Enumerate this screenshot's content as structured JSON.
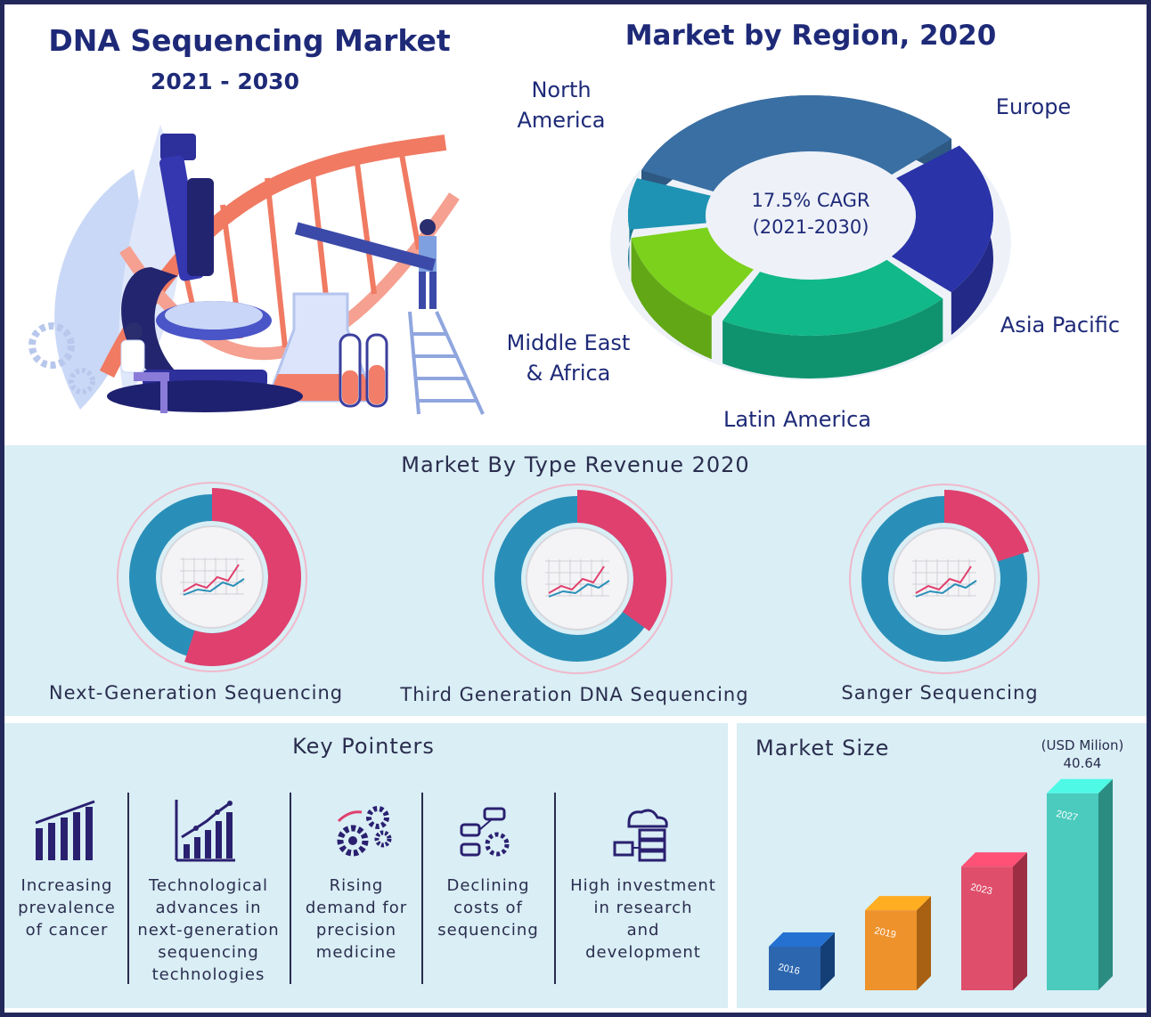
{
  "header": {
    "title": "DNA Sequencing Market",
    "years": "2021 - 2030"
  },
  "colors": {
    "border": "#23285a",
    "panel": "#d9eef5",
    "title_blue": "#1e2a78",
    "pink": "#e0406e",
    "teal": "#2a8fb8"
  },
  "chart_data": [
    {
      "type": "pie",
      "title": "Market by Region, 2020",
      "annotation": "17.5% CAGR (2021-2030)",
      "annotation_lines": [
        "17.5% CAGR",
        "(2021-2030)"
      ],
      "categories": [
        "North America",
        "Europe",
        "Asia Pacific",
        "Latin America",
        "Middle East & Africa"
      ],
      "label_lines": [
        [
          "North",
          "America"
        ],
        [
          "Europe"
        ],
        [
          "Asia Pacific"
        ],
        [
          "Latin America"
        ],
        [
          "Middle East",
          "& Africa"
        ]
      ],
      "values": [
        34,
        22,
        22,
        14,
        8
      ],
      "colors": [
        "#3a6fa3",
        "#2a33a8",
        "#11b889",
        "#7bd11b",
        "#1f93b3"
      ]
    },
    {
      "type": "pie",
      "title": "Market By Type Revenue 2020",
      "charts": [
        {
          "label": "Next-Generation Sequencing",
          "share": 0.55
        },
        {
          "label": "Third Generation DNA Sequencing",
          "share": 0.35
        },
        {
          "label": "Sanger Sequencing",
          "share": 0.2
        }
      ]
    },
    {
      "type": "bar",
      "title": "Market Size",
      "unit": "(USD Milion)",
      "categories": [
        "2016",
        "2019",
        "2023",
        "2027"
      ],
      "values": [
        9.0,
        16.5,
        25.5,
        40.64
      ],
      "value_labels": [
        "",
        "",
        "",
        "40.64"
      ],
      "ylim": [
        0,
        45
      ],
      "colors": [
        "#1d5aa8",
        "#f08a1a",
        "#e0405e",
        "#3ec8b8"
      ]
    }
  ],
  "key_pointers": {
    "title": "Key Pointers",
    "items": [
      {
        "icon": "bar-chart-icon",
        "lines": [
          "Increasing",
          "prevalence",
          "of cancer"
        ]
      },
      {
        "icon": "growth-chart-icon",
        "lines": [
          "Technological",
          "advances in",
          "next-generation",
          "sequencing",
          "technologies"
        ]
      },
      {
        "icon": "gears-icon",
        "lines": [
          "Rising",
          "demand for",
          "precision",
          "medicine"
        ]
      },
      {
        "icon": "network-gear-icon",
        "lines": [
          "Declining",
          "costs of",
          "sequencing"
        ]
      },
      {
        "icon": "cloud-server-icon",
        "lines": [
          "High investment",
          "in research",
          "and",
          "development"
        ]
      }
    ]
  }
}
